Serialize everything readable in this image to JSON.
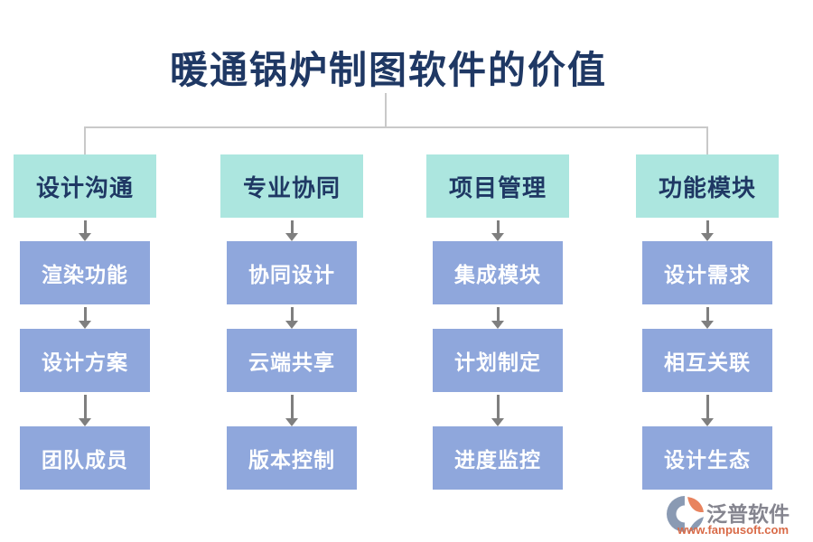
{
  "title": "暖通锅炉制图软件的价值",
  "columns": [
    {
      "header": "设计沟通",
      "items": [
        "渲染功能",
        "设计方案",
        "团队成员"
      ]
    },
    {
      "header": "专业协同",
      "items": [
        "协同设计",
        "云端共享",
        "版本控制"
      ]
    },
    {
      "header": "项目管理",
      "items": [
        "集成模块",
        "计划制定",
        "进度监控"
      ]
    },
    {
      "header": "功能模块",
      "items": [
        "设计需求",
        "相互关联",
        "设计生态"
      ]
    }
  ],
  "footer": {
    "brand": "泛普软件",
    "url": "www.fanpusoft.com",
    "logo_icon": "fanpu-swoosh-logo"
  },
  "colors": {
    "title_text": "#1F3864",
    "header_bg": "#ACE6DF",
    "header_text": "#1F3864",
    "item_bg": "#8FA7DC",
    "item_text": "#FFFFFF",
    "connector_line": "#C9C9C9",
    "arrow": "#7F7F7F",
    "brand_text": "#85858F",
    "url_text": "#D96A47",
    "logo_gray": "#8A9AB3",
    "logo_orange": "#E8835E"
  }
}
